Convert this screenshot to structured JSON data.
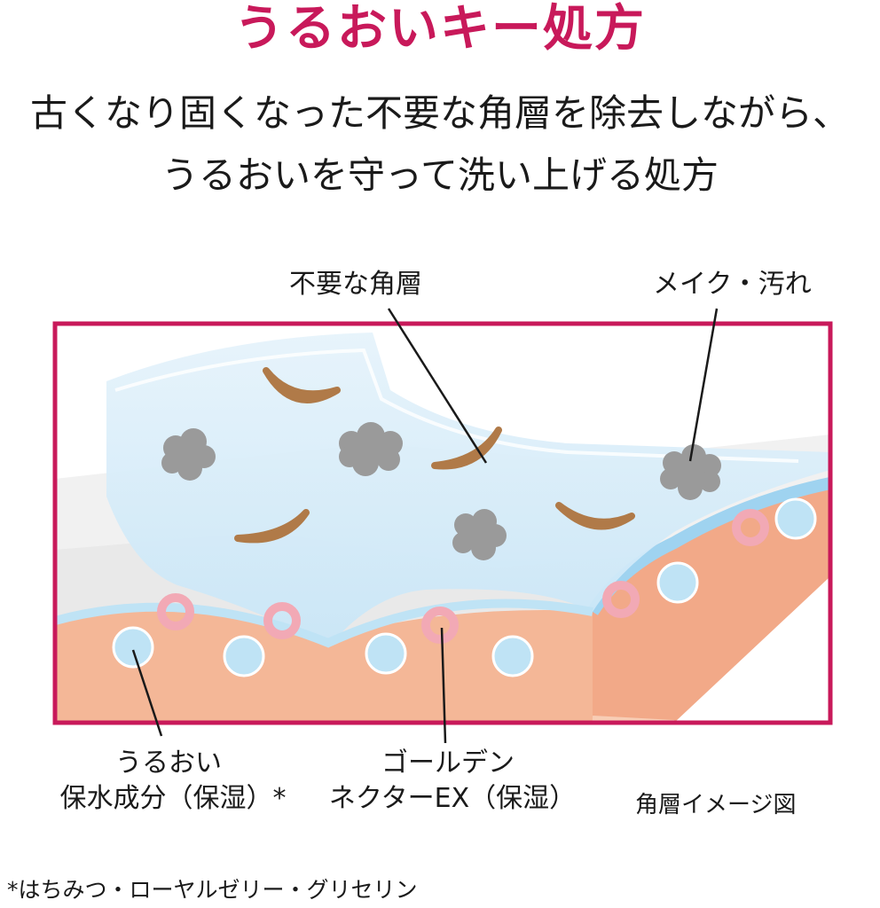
{
  "title": "うるおいキー処方",
  "subtitle_line1": "古くなり固くなった不要な角層を除去しながら、",
  "subtitle_line2": "うるおいを守って洗い上げる処方",
  "labels": {
    "dead_skin": "不要な角層",
    "makeup_dirt": "メイク・汚れ",
    "moisture_line1": "うるおい",
    "moisture_line2": "保水成分（保湿）*",
    "nectar_line1": "ゴールデン",
    "nectar_line2": "ネクターEX（保湿）",
    "caption": "角層イメージ図"
  },
  "footnote": "*はちみつ・ローヤルゼリー・グリセリン",
  "colors": {
    "title": "#c8195a",
    "frame": "#c8195a",
    "skin": "#f4b797",
    "skin_light": "#f8cdb5",
    "water": "#cde6f6",
    "water_edge": "#9fd3f0",
    "flake": "#b07a48",
    "dirt": "#9a9a9a",
    "moisture_dot": "#bfe3f5",
    "nectar_ring": "#f2a9b5"
  }
}
